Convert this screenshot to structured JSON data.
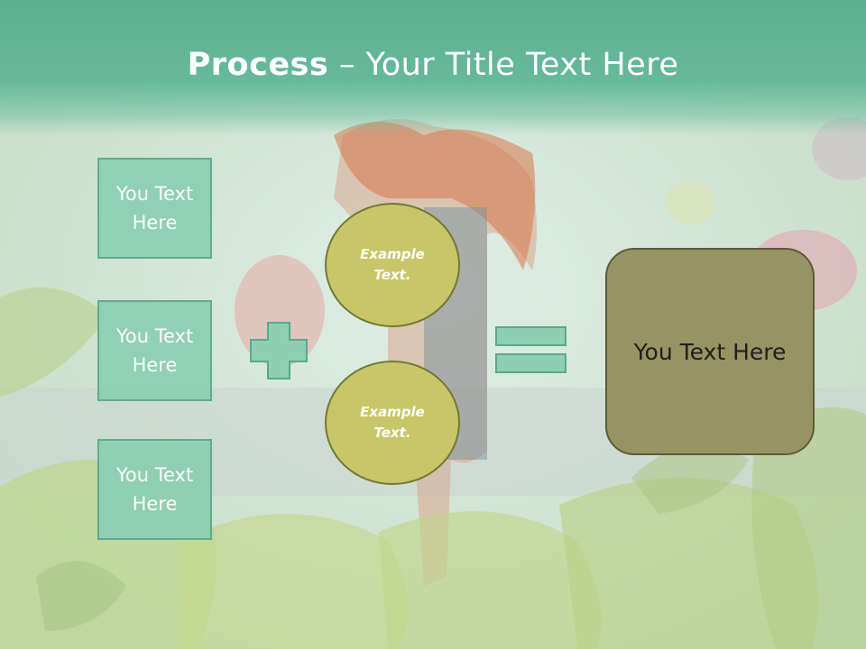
{
  "title": {
    "bold": "Process",
    "rest": " – Your Title Text Here"
  },
  "left_boxes": [
    {
      "line1": "You Text",
      "line2": "Here"
    },
    {
      "line1": "You Text",
      "line2": "Here"
    },
    {
      "line1": "You Text",
      "line2": "Here"
    }
  ],
  "circles": [
    {
      "line1": "Example",
      "line2": "Text."
    },
    {
      "line1": "Example",
      "line2": "Text."
    }
  ],
  "result": {
    "label": "You Text Here"
  },
  "colors": {
    "header": "#5cb092",
    "box_fill": "#8ecfb4",
    "box_border": "#58a98a",
    "circle_fill": "#c8c668",
    "circle_border": "#6e7a32",
    "result_fill": "#979463",
    "result_border": "#5c5a38",
    "operator_fill": "#8ecfb4"
  },
  "icons": {
    "plus": "plus-icon",
    "equals": "equals-icon"
  }
}
